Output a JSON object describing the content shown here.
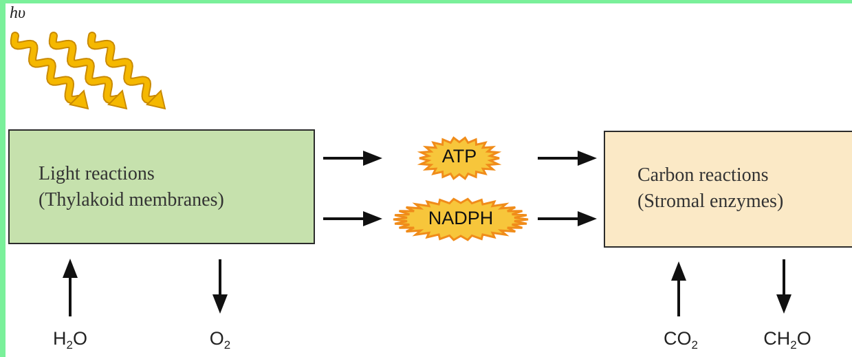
{
  "photon_label": "hυ",
  "light_box": {
    "line1": "Light reactions",
    "line2": "(Thylakoid membranes)",
    "fill": "#c6e1ad"
  },
  "carbon_box": {
    "line1": "Carbon reactions",
    "line2": "(Stromal enzymes)",
    "fill": "#fbe9c6"
  },
  "products": {
    "atp": "ATP",
    "nadph": "NADPH",
    "burst_color": "#f5a623",
    "burst_inner": "#fbd34a"
  },
  "substances": {
    "h2o": {
      "main": "H",
      "sub": "2",
      "tail": "O"
    },
    "o2": {
      "main": "O",
      "sub": "2",
      "tail": ""
    },
    "co2": {
      "main": "CO",
      "sub": "2",
      "tail": ""
    },
    "ch2o": {
      "main": "CH",
      "sub": "2",
      "tail": "O"
    }
  },
  "colors": {
    "frame": "#7af09a",
    "light_wave": "#f5b800",
    "arrow": "#111111"
  }
}
